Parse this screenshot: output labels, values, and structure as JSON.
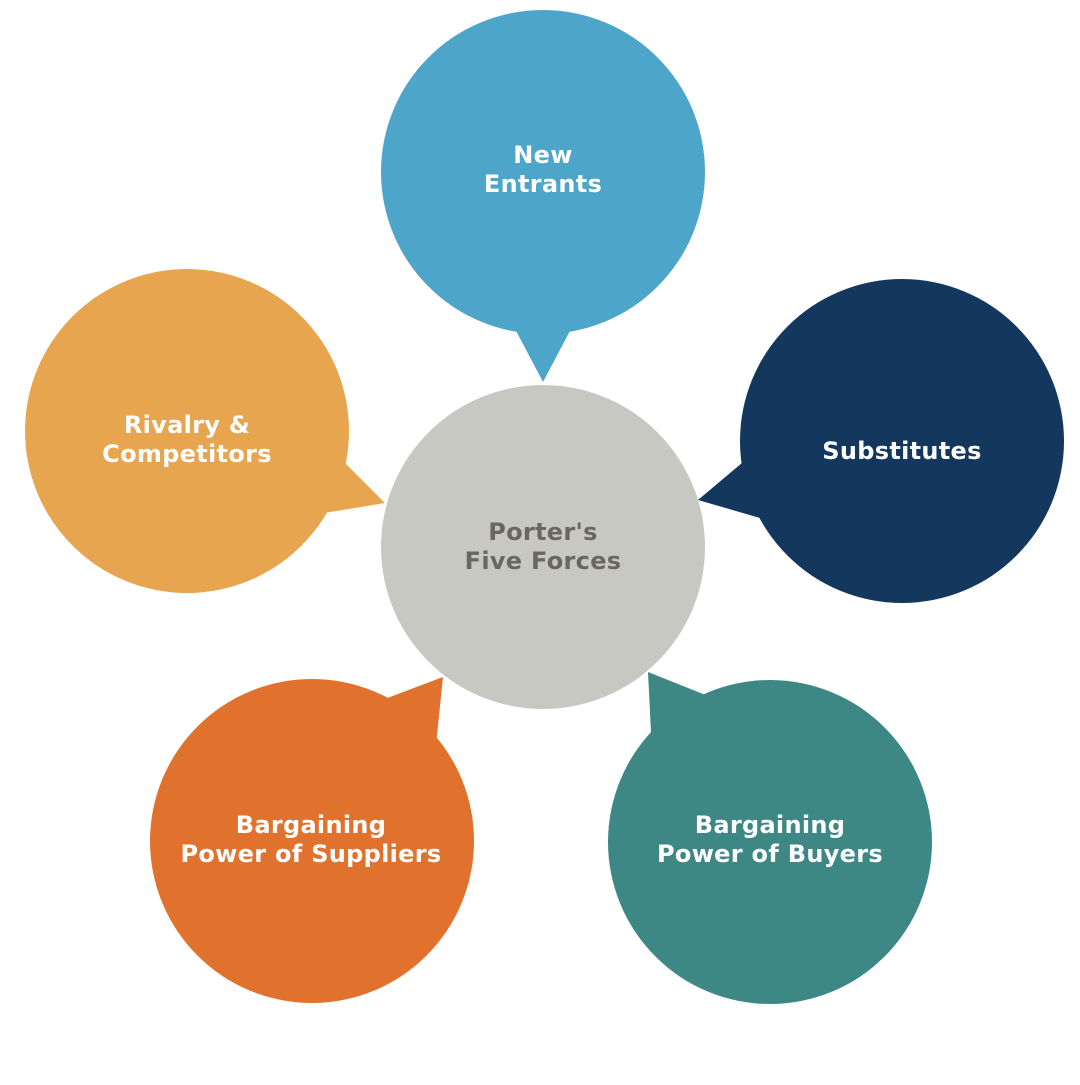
{
  "center": {
    "line1": "Porter's",
    "line2": "Five Forces",
    "color": "#c8c8c2",
    "text_color": "#6b6663"
  },
  "forces": [
    {
      "id": "new-entrants",
      "line1": "New",
      "line2": "Entrants",
      "color": "#4da6ca"
    },
    {
      "id": "substitutes",
      "line1": "Substitutes",
      "line2": "",
      "color": "#14375e"
    },
    {
      "id": "buyers",
      "line1": "Bargaining",
      "line2": "Power of Buyers",
      "color": "#3d8784"
    },
    {
      "id": "suppliers",
      "line1": "Bargaining",
      "line2": "Power of Suppliers",
      "color": "#e0722e"
    },
    {
      "id": "rivalry",
      "line1": "Rivalry &",
      "line2": "Competitors",
      "color": "#e8a54f"
    }
  ]
}
